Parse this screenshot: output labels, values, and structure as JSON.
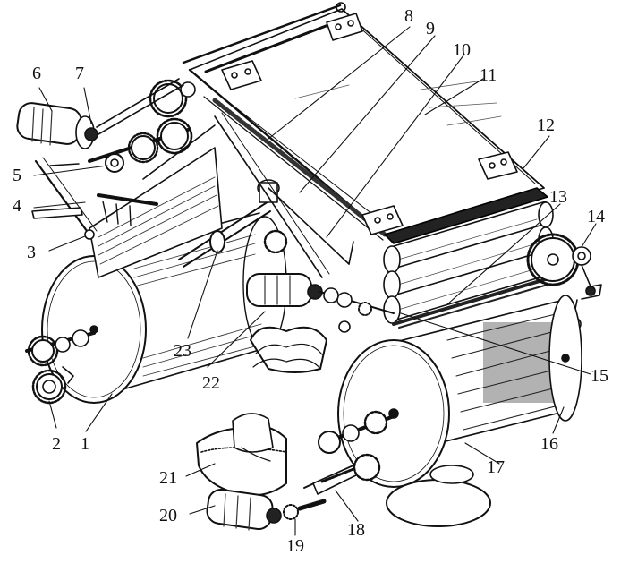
{
  "figure": {
    "ink_color": "#111111",
    "paper_color": "#ffffff",
    "labels": [
      "1",
      "2",
      "3",
      "4",
      "5",
      "6",
      "7",
      "8",
      "9",
      "10",
      "11",
      "12",
      "13",
      "14",
      "15",
      "16",
      "17",
      "18",
      "19",
      "20",
      "21",
      "22",
      "23"
    ]
  }
}
